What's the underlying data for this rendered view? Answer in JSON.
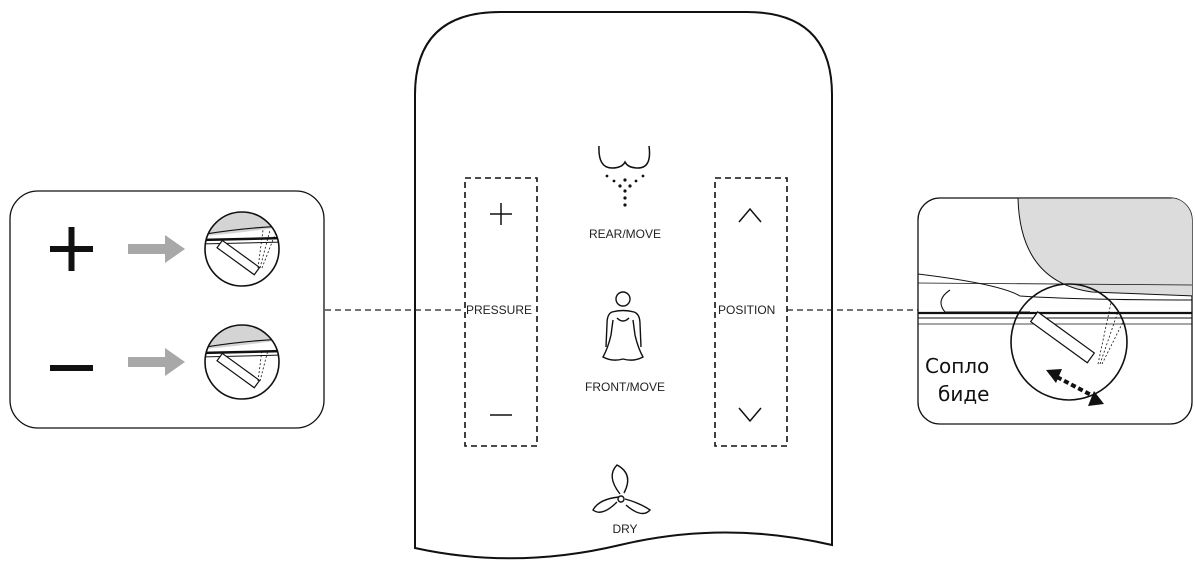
{
  "remote": {
    "pressure_label": "PRESSURE",
    "position_label": "POSITION",
    "rear_label": "REAR/MOVE",
    "front_label": "FRONT/MOVE",
    "dry_label": "DRY"
  },
  "nozzle_label": {
    "line1": "Сопло",
    "line2": "биде"
  },
  "icons": [
    "plus-icon",
    "minus-icon",
    "chevron-up-icon",
    "chevron-down-icon",
    "rear-wash-icon",
    "front-wash-icon",
    "fan-icon",
    "arrow-right-icon",
    "double-arrow-icon"
  ]
}
